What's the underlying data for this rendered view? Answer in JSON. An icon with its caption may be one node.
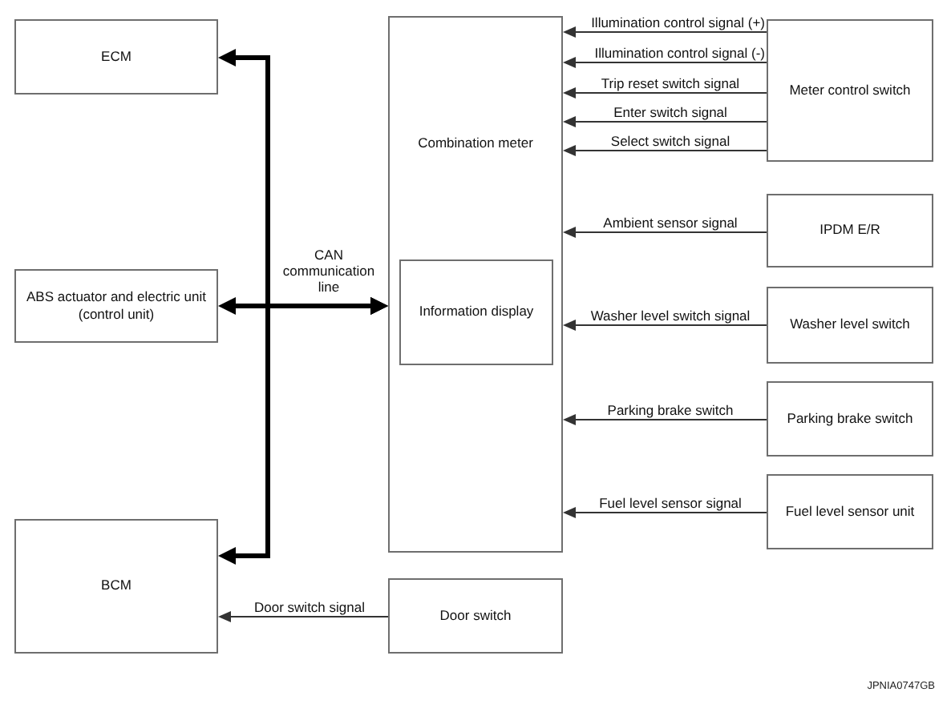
{
  "diagram": {
    "nodes": [
      {
        "text": [
          "ECM"
        ]
      },
      {
        "text": [
          "Combination meter"
        ]
      },
      {
        "text": [
          "Information display"
        ],
        "in": 1
      },
      {
        "text": [
          "Meter control switch"
        ]
      },
      {
        "text": [
          "IPDM E/R"
        ]
      },
      {
        "text": [
          "ABS actuator and electric unit (control unit)"
        ]
      },
      {
        "text": [
          "Washer level switch"
        ]
      },
      {
        "text": [
          "Parking brake switch"
        ]
      },
      {
        "text": [
          "Fuel level sensor unit"
        ]
      },
      {
        "text": [
          "BCM"
        ]
      },
      {
        "text": [
          "Door switch"
        ]
      }
    ],
    "edges": [
      {
        "from": 1,
        "to": 0,
        "arrow": "both",
        "style": "thick"
      },
      {
        "from": 1,
        "to": 5,
        "arrow": "both",
        "style": "thick",
        "label": "CAN communication line"
      },
      {
        "from": 1,
        "to": 9,
        "arrow": "both",
        "style": "thick"
      },
      {
        "from": 3,
        "to": 1,
        "arrow": "to",
        "label": "Illumination control signal (+)"
      },
      {
        "from": 3,
        "to": 1,
        "arrow": "to",
        "label": "Illumination control signal (-)"
      },
      {
        "from": 3,
        "to": 1,
        "arrow": "to",
        "label": "Trip reset switch signal"
      },
      {
        "from": 3,
        "to": 1,
        "arrow": "to",
        "label": "Enter switch signal"
      },
      {
        "from": 3,
        "to": 1,
        "arrow": "to",
        "label": "Select switch signal"
      },
      {
        "from": 4,
        "to": 1,
        "arrow": "to",
        "label": "Ambient sensor signal"
      },
      {
        "from": 6,
        "to": 1,
        "arrow": "to",
        "label": "Washer level switch signal"
      },
      {
        "from": 7,
        "to": 1,
        "arrow": "to",
        "label": "Parking brake switch"
      },
      {
        "from": 8,
        "to": 1,
        "arrow": "to",
        "label": "Fuel level sensor signal"
      },
      {
        "from": 10,
        "to": 9,
        "arrow": "to",
        "label": "Door switch signal"
      }
    ],
    "labels": [
      "JPNIA0747GB"
    ]
  }
}
